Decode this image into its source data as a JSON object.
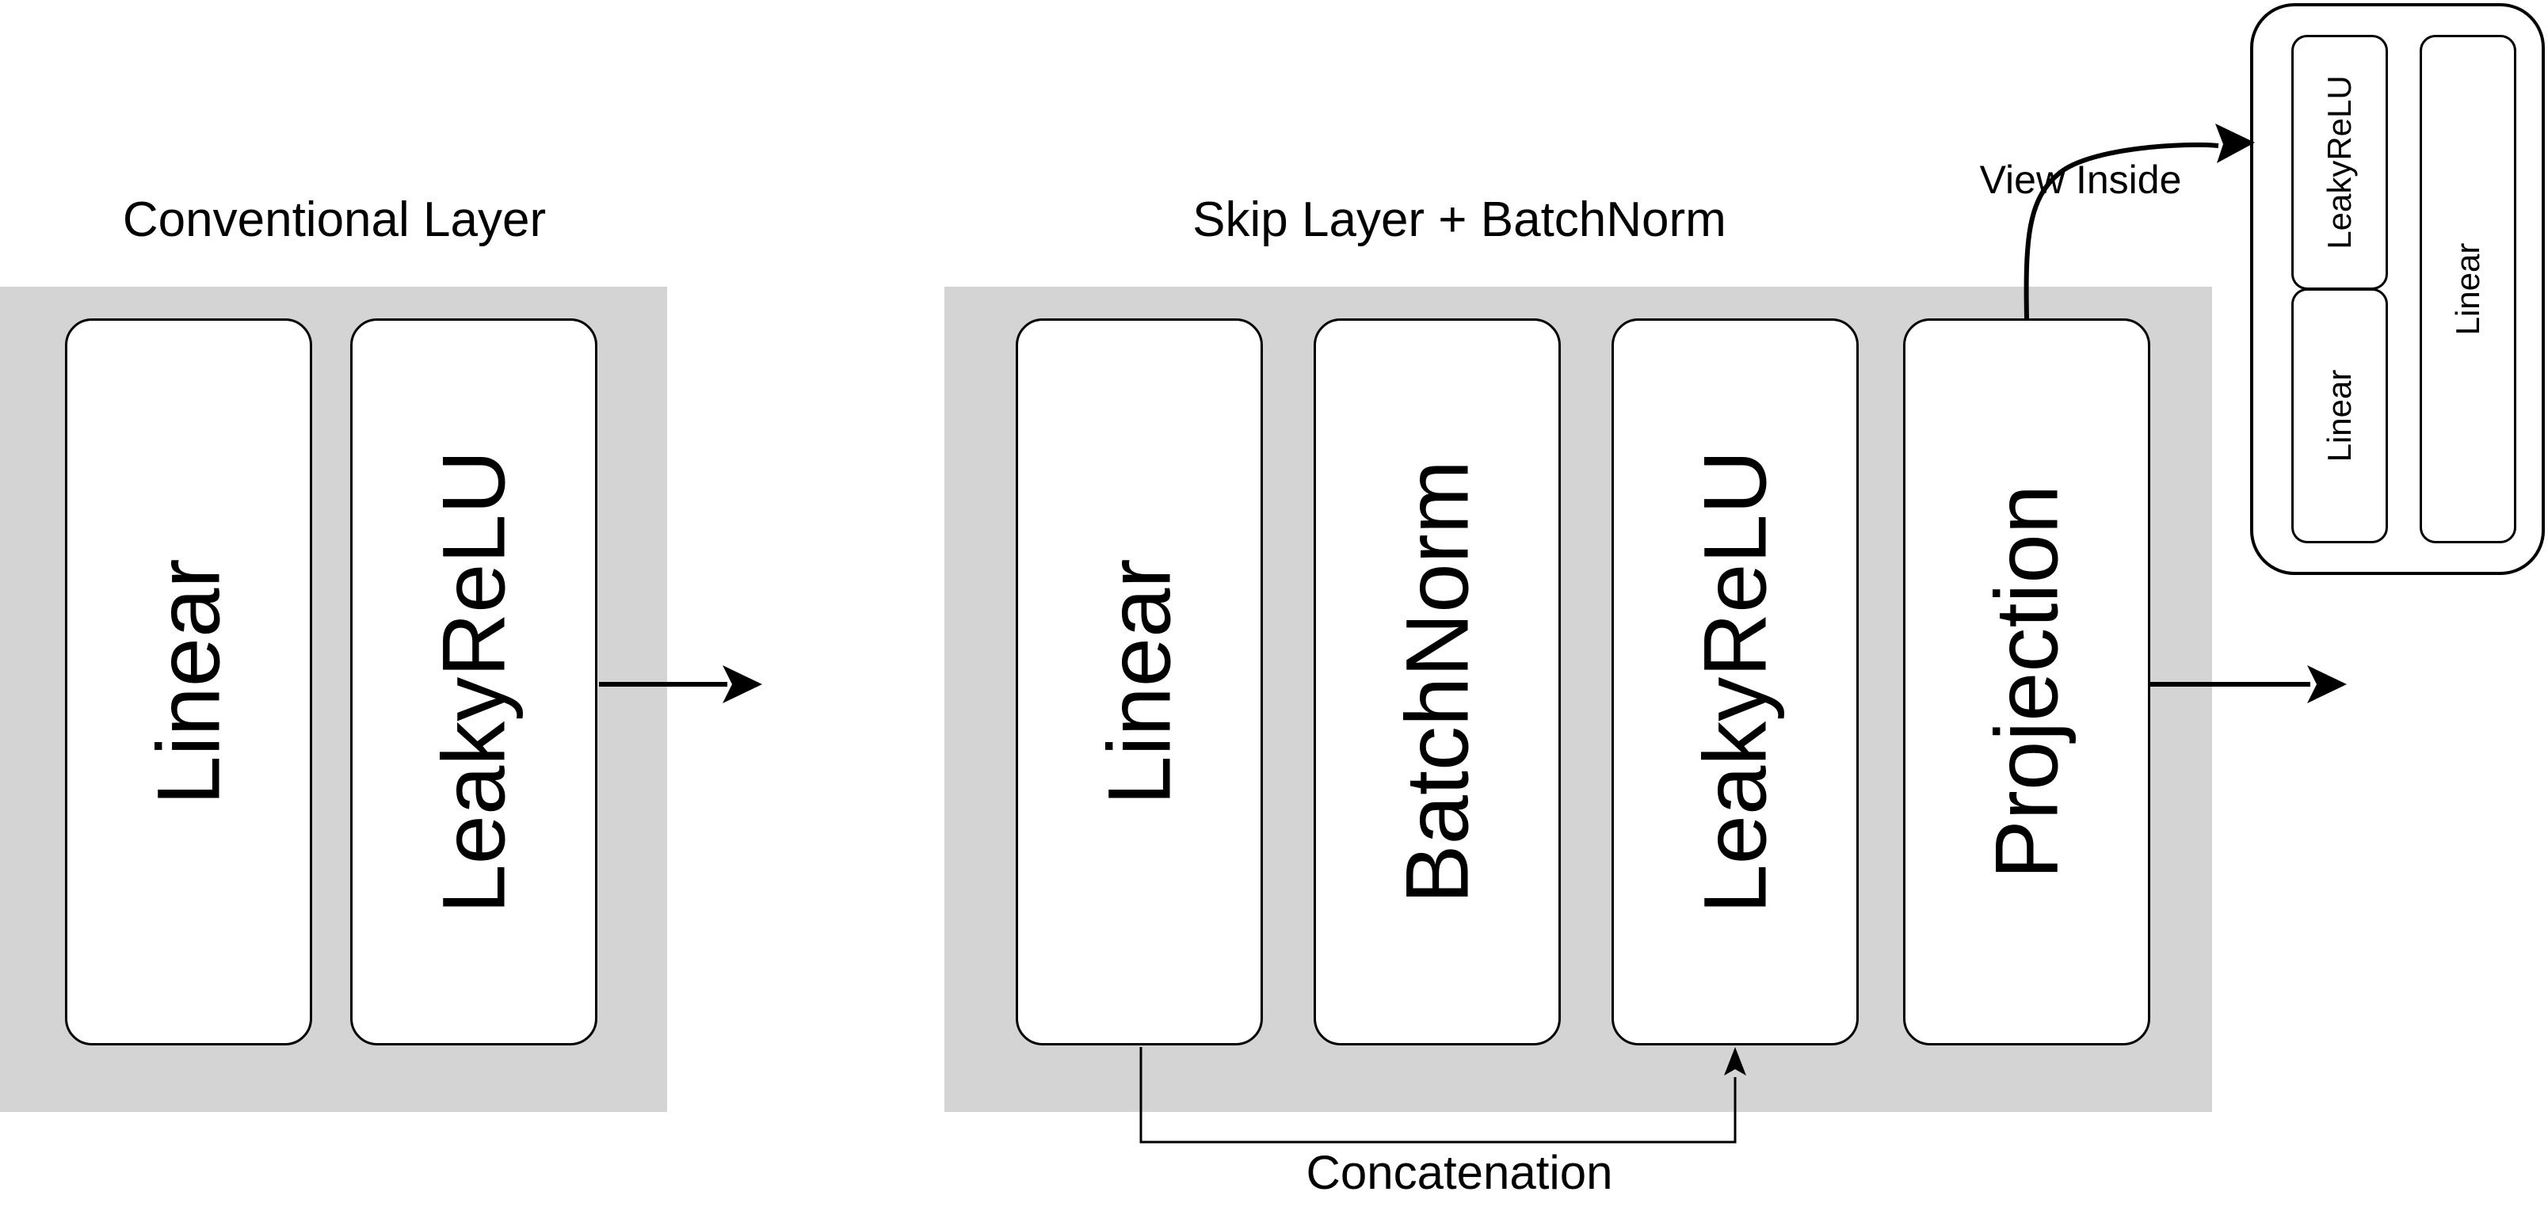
{
  "conventional": {
    "title": "Conventional Layer",
    "blocks": [
      "Linear",
      "LeakyReLU"
    ]
  },
  "skip": {
    "title": "Skip Layer + BatchNorm",
    "blocks": [
      "Linear",
      "BatchNorm",
      "LeakyReLU",
      "Projection"
    ],
    "concat_label": "Concatenation"
  },
  "projection_detail": {
    "link_label": "View Inside",
    "left_column": [
      "LeakyReLU",
      "Linear"
    ],
    "right_column": [
      "Linear"
    ]
  }
}
